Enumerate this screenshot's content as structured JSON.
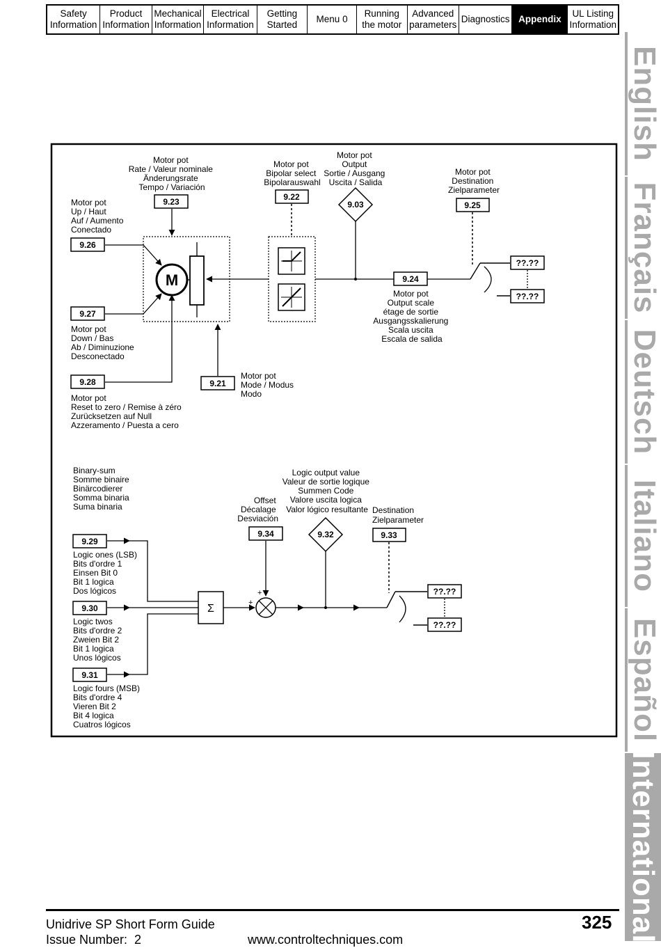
{
  "nav": {
    "tabs": [
      {
        "label": "Safety\nInformation",
        "active": false
      },
      {
        "label": "Product\nInformation",
        "active": false
      },
      {
        "label": "Mechanical\nInformation",
        "active": false
      },
      {
        "label": "Electrical\nInformation",
        "active": false
      },
      {
        "label": "Getting\nStarted",
        "active": false
      },
      {
        "label": "Menu 0",
        "active": false
      },
      {
        "label": "Running\nthe motor",
        "active": false
      },
      {
        "label": "Advanced\nparameters",
        "active": false
      },
      {
        "label": "Diagnostics",
        "active": false
      },
      {
        "label": "Appendix",
        "active": true
      },
      {
        "label": "UL Listing\nInformation",
        "active": false
      }
    ]
  },
  "side_tabs": [
    "English",
    "Français",
    "Deutsch",
    "Italiano",
    "Español",
    "International"
  ],
  "diagram1": {
    "rate_label": [
      "Motor pot",
      "Rate / Valeur nominale",
      "Änderungsrate",
      "Tempo / Variación"
    ],
    "rate_param": "9.23",
    "up_label": [
      "Motor pot",
      "Up / Haut",
      "Auf / Aumento",
      "Conectado"
    ],
    "up_param": "9.26",
    "down_param": "9.27",
    "down_label": [
      "Motor pot",
      "Down / Bas",
      "Ab / Diminuzione",
      "Desconectado"
    ],
    "reset_param": "9.28",
    "reset_label": [
      "Motor pot",
      "Reset to zero / Remise à zéro",
      "Zurücksetzen auf Null",
      "Azzeramento / Puesta a cero"
    ],
    "motor_symbol": "M",
    "mode_param": "9.21",
    "mode_label": [
      "Motor pot",
      "Mode / Modus",
      "Modo"
    ],
    "bipolar_label": [
      "Motor pot",
      "Bipolar select",
      "Bipolarauswahl"
    ],
    "bipolar_param": "9.22",
    "output_label": [
      "Motor pot",
      "Output",
      "Sortie / Ausgang",
      "Uscita / Salida"
    ],
    "output_param": "9.03",
    "scale_param": "9.24",
    "scale_label": [
      "Motor pot",
      "Output scale",
      "étage de sortie",
      "Ausgangsskalierung",
      "Scala uscita",
      "Escala de salida"
    ],
    "dest_label": [
      "Motor pot",
      "Destination",
      "Zielparameter"
    ],
    "dest_param": "9.25",
    "dest_out1": "??.??",
    "dest_out2": "??.??"
  },
  "diagram2": {
    "binary_label": [
      "Binary-sum",
      "Somme binaire",
      "Binärcodierer",
      "Somma binaria",
      "Suma binaria"
    ],
    "ones_param": "9.29",
    "ones_label": [
      "Logic ones (LSB)",
      "Bits d'ordre 1",
      "Einsen Bit 0",
      "Bit 1 logica",
      "Dos lógicos"
    ],
    "twos_param": "9.30",
    "twos_label": [
      "Logic twos",
      "Bits d'ordre 2",
      "Zweien Bit 2",
      "Bit 1 logica",
      "Unos lógicos"
    ],
    "fours_param": "9.31",
    "fours_label": [
      "Logic fours (MSB)",
      "Bits d'ordre 4",
      "Vieren Bit 2",
      "Bit 4 logica",
      "Cuatros lógicos"
    ],
    "sum_symbol": "Σ",
    "offset_label": [
      "Offset",
      "Décalage",
      "Desviación"
    ],
    "offset_param": "9.34",
    "plus1": "+",
    "plus2": "+",
    "logic_out_label": [
      "Logic output value",
      "Valeur de sortie logique",
      "Summen Code",
      "Valore uscita logica",
      "Valor lógico resultante"
    ],
    "logic_out_param": "9.32",
    "dest_label": [
      "Destination",
      "Zielparameter"
    ],
    "dest_param": "9.33",
    "dest_out1": "??.??",
    "dest_out2": "??.??"
  },
  "footer": {
    "title": "Unidrive SP Short Form Guide",
    "issue": "Issue Number:  2",
    "url": "www.controltechniques.com",
    "page": "325"
  }
}
